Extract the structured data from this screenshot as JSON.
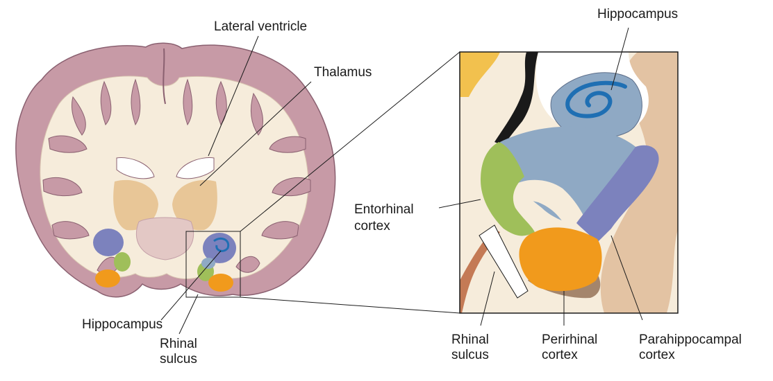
{
  "labels": {
    "lateral_ventricle": "Lateral ventricle",
    "thalamus": "Thalamus",
    "hippocampus_left": "Hippocampus",
    "rhinal_sulcus_left": [
      "Rhinal",
      "sulcus"
    ],
    "hippocampus_right": "Hippocampus",
    "entorhinal_cortex": [
      "Entorhinal",
      "cortex"
    ],
    "rhinal_sulcus_right": [
      "Rhinal",
      "sulcus"
    ],
    "perirhinal_cortex": [
      "Perirhinal",
      "cortex"
    ],
    "parahippocampal_cortex": [
      "Parahippocampal",
      "cortex"
    ]
  },
  "colors": {
    "gyri": "#c79aa6",
    "white_matter": "#f6ecdb",
    "thalamus": "#e8c697",
    "hippocampus": "#8fa9c4",
    "hippocampus_band": "#1f6fb3",
    "entorhinal": "#9fbf5a",
    "perirhinal": "#f19a1c",
    "parahippocampal": "#7c82bd",
    "tan": "#e3c3a3",
    "black_fissure": "#1a1a1a",
    "rhinal_brown": "#c47a55",
    "yellow": "#f2c14e"
  }
}
